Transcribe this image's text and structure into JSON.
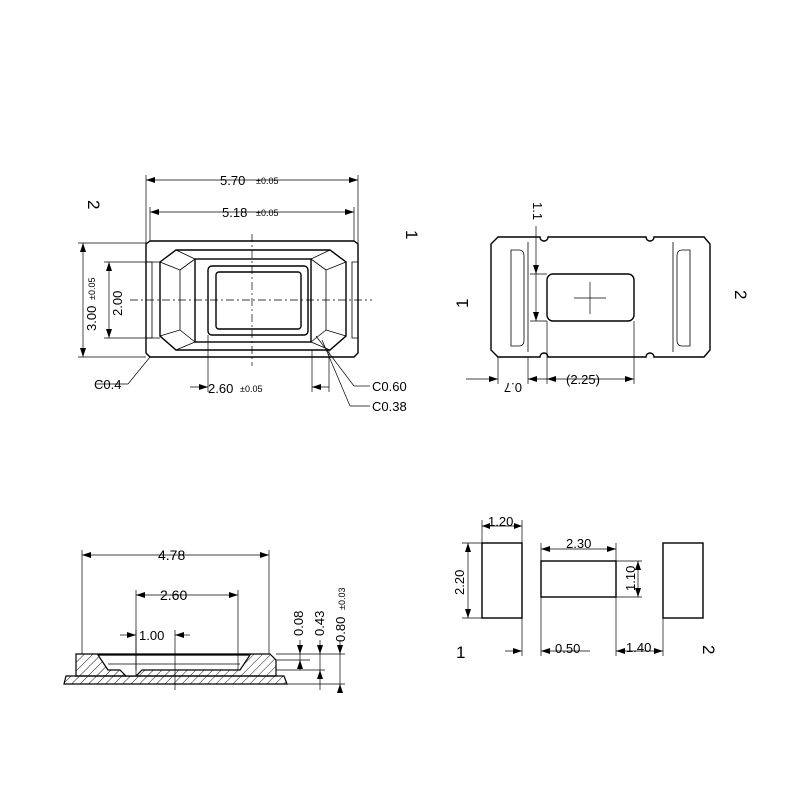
{
  "top_view": {
    "overall_width": "5.70",
    "overall_width_tol": "±0.05",
    "inner_width": "5.18",
    "inner_width_tol": "±0.05",
    "height": "3.00",
    "height_tol": "±0.05",
    "inner_height": "2.00",
    "lens_width": "2.60",
    "lens_width_tol": "±0.05",
    "chamfer_left": "C0.4",
    "chamfer_a": "C0.60",
    "chamfer_b": "C0.38",
    "pin_left": "2",
    "pin_right": "1"
  },
  "bottom_view": {
    "dim_vertical": "1.1",
    "dim_offset": "0.7",
    "dim_pad": "(2.25)",
    "pin_left": "1",
    "pin_right": "2"
  },
  "side_view": {
    "width": "4.78",
    "cavity": "2.60",
    "inner": "1.00",
    "h1": "0.08",
    "h2": "0.43",
    "h3": "0.80",
    "h3_tol": "±0.03"
  },
  "footprint": {
    "pad_width": "1.20",
    "pad_height": "2.20",
    "center_pad_width": "2.30",
    "center_pad_height": "1.10",
    "gap": "0.50",
    "spacing": "1.40",
    "pin_left": "1",
    "pin_right": "2"
  }
}
